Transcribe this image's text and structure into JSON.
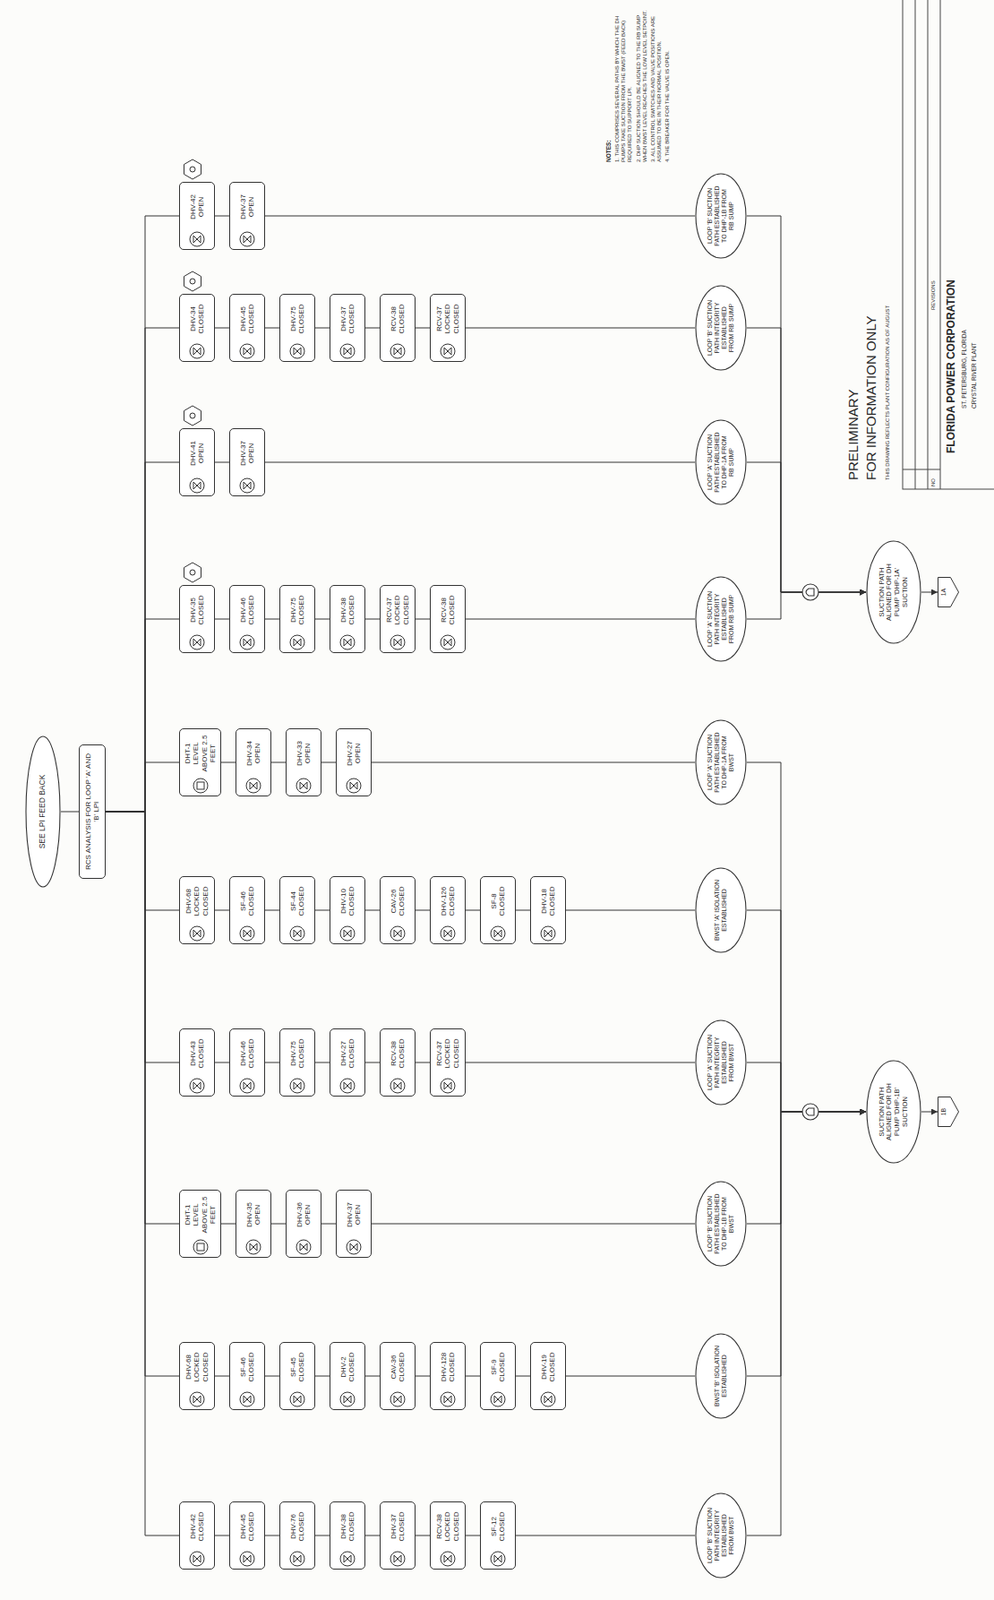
{
  "diagram": {
    "nodes": [
      {
        "text": [
          "SEE LPI FEED BACK"
        ]
      },
      {
        "text": [
          "RCS ANALYSIS FOR LOOP 'A' AND 'B' LPI"
        ]
      },
      {
        "text": [
          "DHV-42 CLOSED"
        ]
      },
      {
        "text": [
          "DHV-45 CLOSED"
        ]
      },
      {
        "text": [
          "DHV-76 CLOSED"
        ]
      },
      {
        "text": [
          "DHV-38 CLOSED"
        ]
      },
      {
        "text": [
          "DHV-37 CLOSED"
        ]
      },
      {
        "text": [
          "RCV-38 LOCKED CLOSED"
        ]
      },
      {
        "text": [
          "SF-12 CLOSED"
        ]
      },
      {
        "text": [
          "LOOP 'B' SUCTION PATH INTEGRITY ESTABLISHED FROM BWST"
        ]
      },
      {
        "text": [
          "DHV-68 LOCKED CLOSED"
        ]
      },
      {
        "text": [
          "SF-46 CLOSED"
        ]
      },
      {
        "text": [
          "SF-45 CLOSED"
        ]
      },
      {
        "text": [
          "DHV-2 CLOSED"
        ]
      },
      {
        "text": [
          "CAV-36 CLOSED"
        ]
      },
      {
        "text": [
          "DHV-128 CLOSED"
        ]
      },
      {
        "text": [
          "SF-9 CLOSED"
        ]
      },
      {
        "text": [
          "DHV-19 CLOSED"
        ]
      },
      {
        "text": [
          "BWST 'B' ISOLATION ESTABLISHED"
        ]
      },
      {
        "text": [
          "DHT-1 LEVEL ABOVE 2.5 FEET"
        ]
      },
      {
        "text": [
          "DHV-35 OPEN"
        ]
      },
      {
        "text": [
          "DHV-36 OPEN"
        ]
      },
      {
        "text": [
          "DHV-37 OPEN"
        ]
      },
      {
        "text": [
          "LOOP 'B' SUCTION PATH ESTABLISHED TO DHP-1B FROM BWST"
        ]
      },
      {
        "text": [
          "DHV-43 CLOSED"
        ]
      },
      {
        "text": [
          "DHV-46 CLOSED"
        ]
      },
      {
        "text": [
          "DHV-75 CLOSED"
        ]
      },
      {
        "text": [
          "DHV-27 CLOSED"
        ]
      },
      {
        "text": [
          "RCV-38 CLOSED"
        ]
      },
      {
        "text": [
          "RCV-37 LOCKED CLOSED"
        ]
      },
      {
        "text": [
          "LOOP 'A' SUCTION PATH INTEGRITY ESTABLISHED FROM BWST"
        ]
      },
      {
        "text": [
          "DHV-68 LOCKED CLOSED"
        ]
      },
      {
        "text": [
          "SF-46 CLOSED"
        ]
      },
      {
        "text": [
          "SF-44 CLOSED"
        ]
      },
      {
        "text": [
          "DHV-10 CLOSED"
        ]
      },
      {
        "text": [
          "CAV-26 CLOSED"
        ]
      },
      {
        "text": [
          "DHV-126 CLOSED"
        ]
      },
      {
        "text": [
          "SF-8 CLOSED"
        ]
      },
      {
        "text": [
          "DHV-18 CLOSED"
        ]
      },
      {
        "text": [
          "BWST 'A' ISOLATION ESTABLISHED"
        ]
      },
      {
        "text": [
          "DHT-1 LEVEL ABOVE 2.5 FEET"
        ]
      },
      {
        "text": [
          "DHV-34 OPEN"
        ]
      },
      {
        "text": [
          "DHV-33 OPEN"
        ]
      },
      {
        "text": [
          "DHV-27 OPEN"
        ]
      },
      {
        "text": [
          "LOOP 'A' SUCTION PATH ESTABLISHED TO DHP-1A FROM BWST"
        ]
      },
      {
        "text": [
          "DHV-35 CLOSED"
        ]
      },
      {
        "text": [
          "DHV-46 CLOSED"
        ]
      },
      {
        "text": [
          "DHV-75 CLOSED"
        ]
      },
      {
        "text": [
          "DHV-38 CLOSED"
        ]
      },
      {
        "text": [
          "RCV-37 LOCKED CLOSED"
        ]
      },
      {
        "text": [
          "RCV-38 CLOSED"
        ]
      },
      {
        "text": [
          "LOOP 'A' SUCTION PATH INTEGRITY ESTABLISHED FROM RB SUMP"
        ]
      },
      {
        "text": [
          "DHV-41 OPEN"
        ]
      },
      {
        "text": [
          "DHV-37 OPEN"
        ]
      },
      {
        "text": [
          "LOOP 'A' SUCTION PATH ESTABLISHED TO DHP-1A FROM RB SUMP"
        ]
      },
      {
        "text": [
          "DHV-34 CLOSED"
        ]
      },
      {
        "text": [
          "DHV-45 CLOSED"
        ]
      },
      {
        "text": [
          "DHV-75 CLOSED"
        ]
      },
      {
        "text": [
          "DHV-37 CLOSED"
        ]
      },
      {
        "text": [
          "RCV-38 CLOSED"
        ]
      },
      {
        "text": [
          "RCV-37 LOCKED CLOSED"
        ]
      },
      {
        "text": [
          "LOOP 'B' SUCTION PATH INTEGRITY ESTABLISHED FROM RB SUMP"
        ]
      },
      {
        "text": [
          "DHV-42 OPEN"
        ]
      },
      {
        "text": [
          "DHV-37 OPEN"
        ]
      },
      {
        "text": [
          "LOOP 'B' SUCTION PATH ESTABLISHED TO DHP-1B FROM RB SUMP"
        ]
      },
      {
        "text": [
          "SUCTION PATH ALIGNED FOR DH PUMP 'DHP-1B' SUCTION"
        ]
      },
      {
        "text": [
          "SUCTION PATH ALIGNED FOR DH PUMP 'DHP-1A' SUCTION"
        ]
      },
      {
        "text": [
          "1B"
        ]
      },
      {
        "text": [
          "1A"
        ]
      }
    ],
    "edges": [
      {
        "from": 0,
        "to": 1,
        "arrow": "none"
      },
      {
        "from": 1,
        "to": 2,
        "arrow": "none"
      },
      {
        "from": 1,
        "to": 10,
        "arrow": "none"
      },
      {
        "from": 1,
        "to": 19,
        "arrow": "none"
      },
      {
        "from": 1,
        "to": 24,
        "arrow": "none"
      },
      {
        "from": 1,
        "to": 31,
        "arrow": "none"
      },
      {
        "from": 1,
        "to": 40,
        "arrow": "none"
      },
      {
        "from": 1,
        "to": 45,
        "arrow": "none"
      },
      {
        "from": 1,
        "to": 52,
        "arrow": "none"
      },
      {
        "from": 1,
        "to": 55,
        "arrow": "none"
      },
      {
        "from": 1,
        "to": 62,
        "arrow": "none"
      },
      {
        "from": 2,
        "to": 3,
        "arrow": "none"
      },
      {
        "from": 3,
        "to": 4,
        "arrow": "none"
      },
      {
        "from": 4,
        "to": 5,
        "arrow": "none"
      },
      {
        "from": 5,
        "to": 6,
        "arrow": "none"
      },
      {
        "from": 6,
        "to": 7,
        "arrow": "none"
      },
      {
        "from": 7,
        "to": 8,
        "arrow": "none"
      },
      {
        "from": 8,
        "to": 9,
        "arrow": "none"
      },
      {
        "from": 10,
        "to": 11,
        "arrow": "none"
      },
      {
        "from": 11,
        "to": 12,
        "arrow": "none"
      },
      {
        "from": 12,
        "to": 13,
        "arrow": "none"
      },
      {
        "from": 13,
        "to": 14,
        "arrow": "none"
      },
      {
        "from": 14,
        "to": 15,
        "arrow": "none"
      },
      {
        "from": 15,
        "to": 16,
        "arrow": "none"
      },
      {
        "from": 16,
        "to": 17,
        "arrow": "none"
      },
      {
        "from": 17,
        "to": 18,
        "arrow": "none"
      },
      {
        "from": 19,
        "to": 20,
        "arrow": "none"
      },
      {
        "from": 20,
        "to": 21,
        "arrow": "none"
      },
      {
        "from": 21,
        "to": 22,
        "arrow": "none"
      },
      {
        "from": 22,
        "to": 23,
        "arrow": "none"
      },
      {
        "from": 24,
        "to": 25,
        "arrow": "none"
      },
      {
        "from": 25,
        "to": 26,
        "arrow": "none"
      },
      {
        "from": 26,
        "to": 27,
        "arrow": "none"
      },
      {
        "from": 27,
        "to": 28,
        "arrow": "none"
      },
      {
        "from": 28,
        "to": 29,
        "arrow": "none"
      },
      {
        "from": 29,
        "to": 30,
        "arrow": "none"
      },
      {
        "from": 31,
        "to": 32,
        "arrow": "none"
      },
      {
        "from": 32,
        "to": 33,
        "arrow": "none"
      },
      {
        "from": 33,
        "to": 34,
        "arrow": "none"
      },
      {
        "from": 34,
        "to": 35,
        "arrow": "none"
      },
      {
        "from": 35,
        "to": 36,
        "arrow": "none"
      },
      {
        "from": 36,
        "to": 37,
        "arrow": "none"
      },
      {
        "from": 37,
        "to": 38,
        "arrow": "none"
      },
      {
        "from": 38,
        "to": 39,
        "arrow": "none"
      },
      {
        "from": 40,
        "to": 41,
        "arrow": "none"
      },
      {
        "from": 41,
        "to": 42,
        "arrow": "none"
      },
      {
        "from": 42,
        "to": 43,
        "arrow": "none"
      },
      {
        "from": 43,
        "to": 44,
        "arrow": "none"
      },
      {
        "from": 45,
        "to": 46,
        "arrow": "none"
      },
      {
        "from": 46,
        "to": 47,
        "arrow": "none"
      },
      {
        "from": 47,
        "to": 48,
        "arrow": "none"
      },
      {
        "from": 48,
        "to": 49,
        "arrow": "none"
      },
      {
        "from": 49,
        "to": 50,
        "arrow": "none"
      },
      {
        "from": 50,
        "to": 51,
        "arrow": "none"
      },
      {
        "from": 52,
        "to": 53,
        "arrow": "none"
      },
      {
        "from": 53,
        "to": 54,
        "arrow": "none"
      },
      {
        "from": 55,
        "to": 56,
        "arrow": "none"
      },
      {
        "from": 56,
        "to": 57,
        "arrow": "none"
      },
      {
        "from": 57,
        "to": 58,
        "arrow": "none"
      },
      {
        "from": 58,
        "to": 59,
        "arrow": "none"
      },
      {
        "from": 59,
        "to": 60,
        "arrow": "none"
      },
      {
        "from": 60,
        "to": 61,
        "arrow": "none"
      },
      {
        "from": 62,
        "to": 63,
        "arrow": "none"
      },
      {
        "from": 63,
        "to": 64,
        "arrow": "none"
      },
      {
        "from": 9,
        "to": 65,
        "arrow": "to"
      },
      {
        "from": 18,
        "to": 65,
        "arrow": "to"
      },
      {
        "from": 23,
        "to": 65,
        "arrow": "to"
      },
      {
        "from": 30,
        "to": 65,
        "arrow": "to"
      },
      {
        "from": 39,
        "to": 65,
        "arrow": "to"
      },
      {
        "from": 44,
        "to": 65,
        "arrow": "to"
      },
      {
        "from": 51,
        "to": 66,
        "arrow": "to"
      },
      {
        "from": 54,
        "to": 66,
        "arrow": "to"
      },
      {
        "from": 61,
        "to": 66,
        "arrow": "to"
      },
      {
        "from": 64,
        "to": 66,
        "arrow": "to"
      },
      {
        "from": 65,
        "to": 67,
        "arrow": "to"
      },
      {
        "from": 66,
        "to": 68,
        "arrow": "to"
      }
    ],
    "labels": [
      "NOTES:",
      "1. THIS COMPRISES SEVERAL PATHS BY WHICH THE DH PUMPS TAKE SUCTION FROM THE BWST (FEED BACK) REQUIRED TO SUPPORT LPI.",
      "2. DHP SUCTION SHOULD BE ALIGNED TO THE RB SUMP WHEN BWST LEVEL REACHES THE LOW LEVEL SETPOINT.",
      "3. ALL CONTROL SWITCHES AND VALVE POSITIONS ARE ASSUMED TO BE IN THEIR NORMAL POSITION.",
      "4. THE BREAKER FOR THE VALVE IS OPEN.",
      "PRELIMINARY",
      "FOR INFORMATION ONLY",
      "THIS DRAWING REFLECTS PLANT CONFIGURATION AS OF AUGUST",
      "REVISIONS",
      "NO",
      "FLORIDA POWER CORPORATION",
      "ST. PETERSBURG, FLORIDA",
      "CRYSTAL RIVER PLANT"
    ]
  }
}
